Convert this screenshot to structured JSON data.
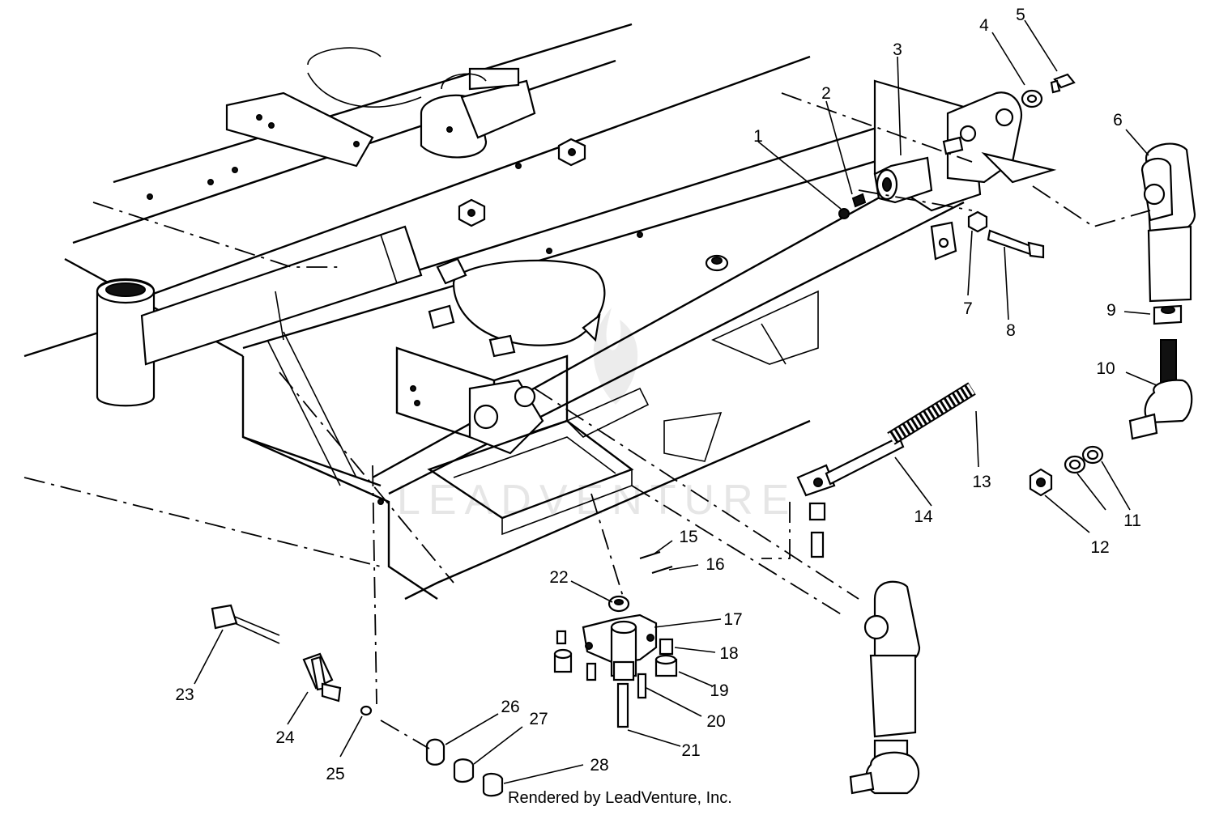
{
  "diagram": {
    "credit": "Rendered by LeadVenture, Inc.",
    "watermark": "LEADVENTURE",
    "callouts": [
      {
        "id": "c1",
        "label": "1"
      },
      {
        "id": "c2",
        "label": "2"
      },
      {
        "id": "c3",
        "label": "3"
      },
      {
        "id": "c4",
        "label": "4"
      },
      {
        "id": "c5",
        "label": "5"
      },
      {
        "id": "c6",
        "label": "6"
      },
      {
        "id": "c7",
        "label": "7"
      },
      {
        "id": "c8",
        "label": "8"
      },
      {
        "id": "c9",
        "label": "9"
      },
      {
        "id": "c10",
        "label": "10"
      },
      {
        "id": "c11",
        "label": "11"
      },
      {
        "id": "c12",
        "label": "12"
      },
      {
        "id": "c13",
        "label": "13"
      },
      {
        "id": "c14",
        "label": "14"
      },
      {
        "id": "c15",
        "label": "15"
      },
      {
        "id": "c16",
        "label": "16"
      },
      {
        "id": "c17",
        "label": "17"
      },
      {
        "id": "c18",
        "label": "18"
      },
      {
        "id": "c19",
        "label": "19"
      },
      {
        "id": "c20",
        "label": "20"
      },
      {
        "id": "c21",
        "label": "21"
      },
      {
        "id": "c22",
        "label": "22"
      },
      {
        "id": "c23",
        "label": "23"
      },
      {
        "id": "c24",
        "label": "24"
      },
      {
        "id": "c25",
        "label": "25"
      },
      {
        "id": "c26",
        "label": "26"
      },
      {
        "id": "c27",
        "label": "27"
      },
      {
        "id": "c28",
        "label": "28"
      }
    ]
  }
}
